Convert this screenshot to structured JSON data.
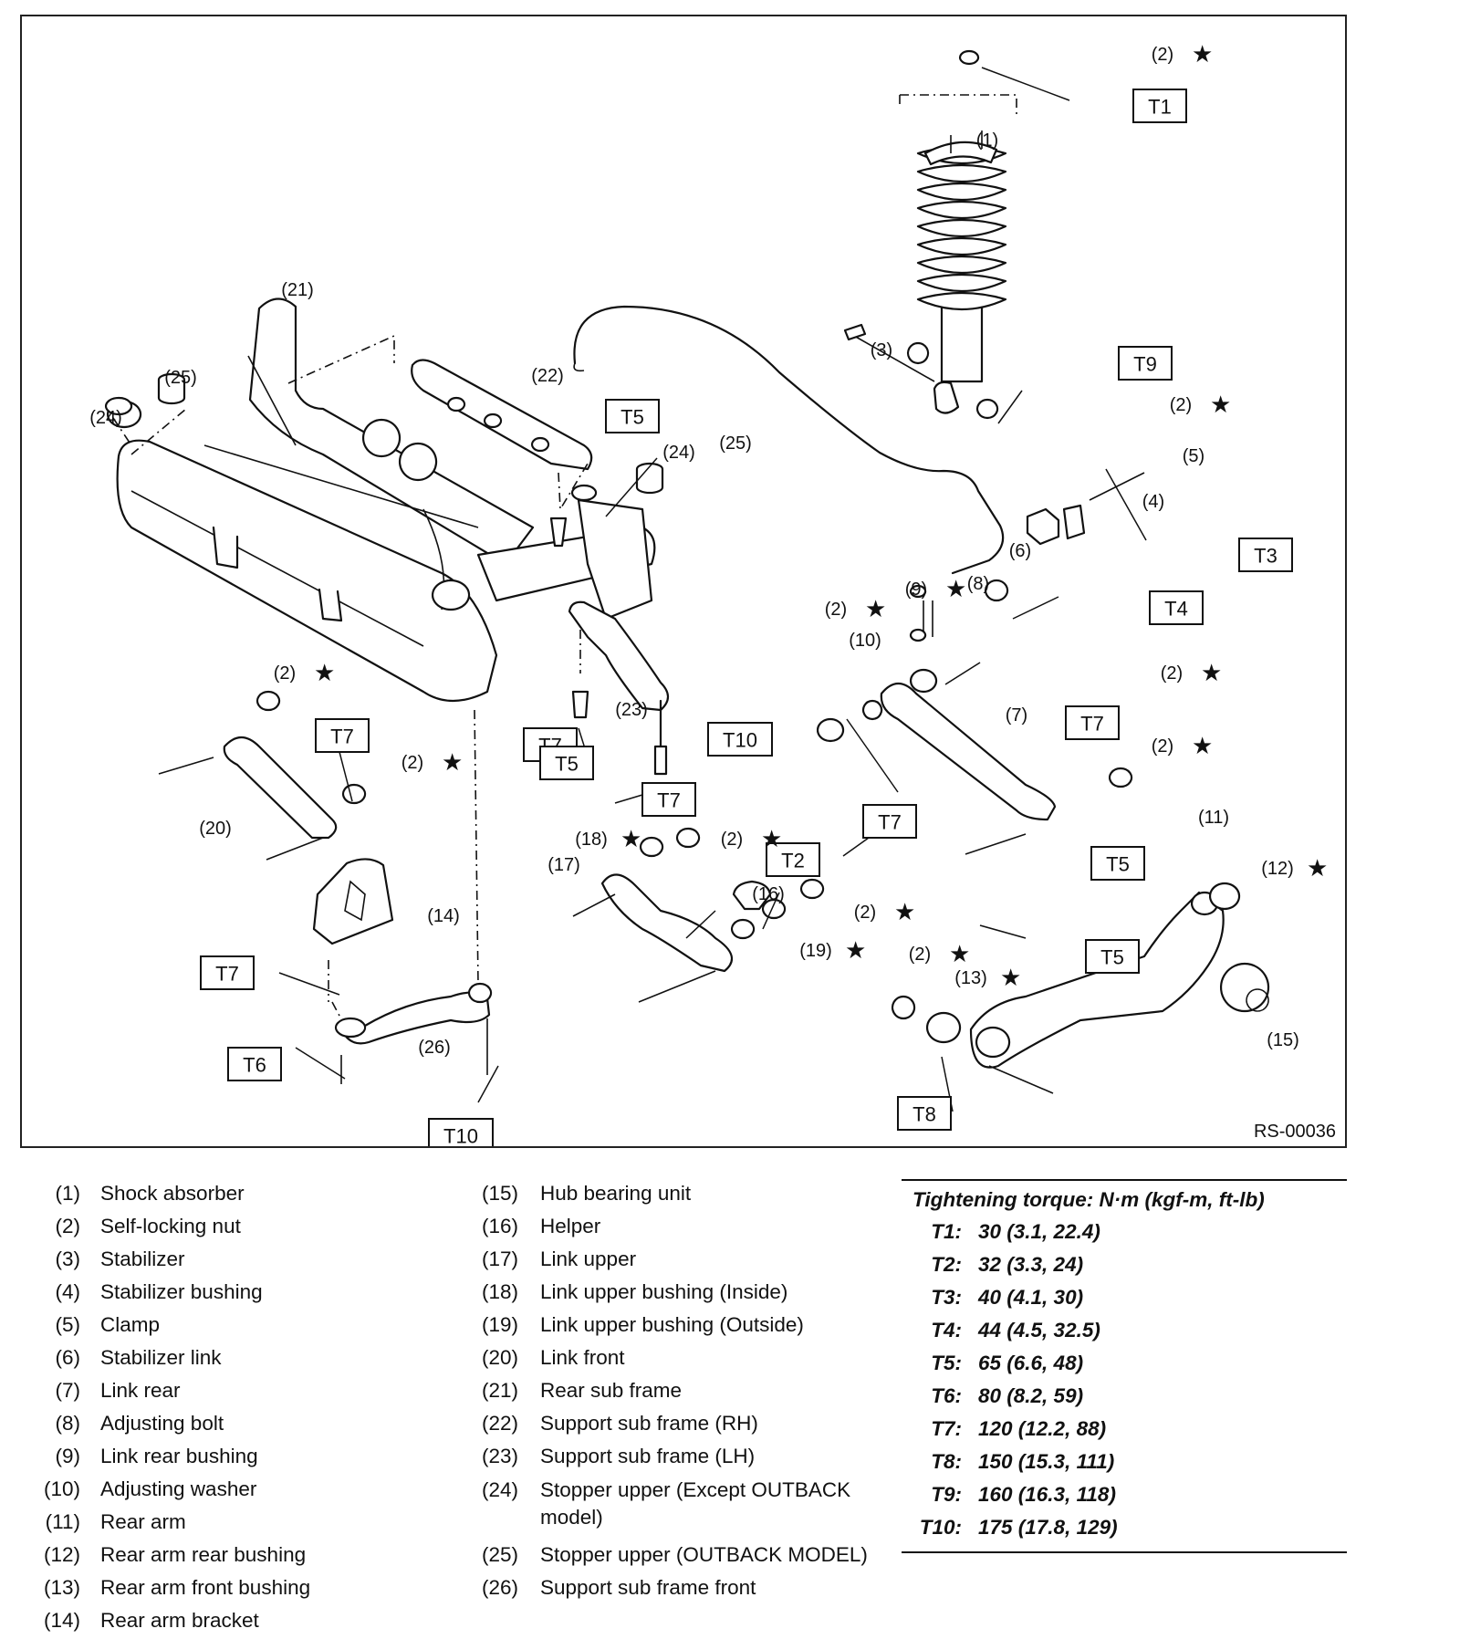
{
  "diagram": {
    "drawing_code": "RS-00036",
    "callouts": [
      "(1)",
      "(2)",
      "(3)",
      "(4)",
      "(5)",
      "(6)",
      "(7)",
      "(8)",
      "(9)",
      "(10)",
      "(11)",
      "(12)",
      "(13)",
      "(14)",
      "(15)",
      "(16)",
      "(17)",
      "(18)",
      "(19)",
      "(20)",
      "(21)",
      "(22)",
      "(23)",
      "(24)",
      "(25)",
      "(26)"
    ],
    "star_symbol": "★",
    "torque_boxes": [
      "T1",
      "T2",
      "T3",
      "T4",
      "T5",
      "T6",
      "T7",
      "T8",
      "T9",
      "T10"
    ]
  },
  "legend": {
    "left": [
      {
        "num": "(1)",
        "text": "Shock absorber"
      },
      {
        "num": "(2)",
        "text": "Self-locking nut"
      },
      {
        "num": "(3)",
        "text": "Stabilizer"
      },
      {
        "num": "(4)",
        "text": "Stabilizer bushing"
      },
      {
        "num": "(5)",
        "text": "Clamp"
      },
      {
        "num": "(6)",
        "text": "Stabilizer link"
      },
      {
        "num": "(7)",
        "text": "Link rear"
      },
      {
        "num": "(8)",
        "text": "Adjusting bolt"
      },
      {
        "num": "(9)",
        "text": "Link rear bushing"
      },
      {
        "num": "(10)",
        "text": "Adjusting washer"
      },
      {
        "num": "(11)",
        "text": "Rear arm"
      },
      {
        "num": "(12)",
        "text": "Rear arm rear bushing"
      },
      {
        "num": "(13)",
        "text": "Rear arm front bushing"
      },
      {
        "num": "(14)",
        "text": "Rear arm bracket"
      }
    ],
    "middle": [
      {
        "num": "(15)",
        "text": "Hub bearing unit"
      },
      {
        "num": "(16)",
        "text": "Helper"
      },
      {
        "num": "(17)",
        "text": "Link upper"
      },
      {
        "num": "(18)",
        "text": "Link upper bushing (Inside)"
      },
      {
        "num": "(19)",
        "text": "Link upper bushing (Outside)"
      },
      {
        "num": "(20)",
        "text": "Link front"
      },
      {
        "num": "(21)",
        "text": "Rear sub frame"
      },
      {
        "num": "(22)",
        "text": "Support sub frame (RH)"
      },
      {
        "num": "(23)",
        "text": "Support sub frame (LH)"
      },
      {
        "num": "(24)",
        "text": "Stopper upper (Except OUTBACK model)"
      },
      {
        "num": "(25)",
        "text": "Stopper upper (OUTBACK MODEL)"
      },
      {
        "num": "(26)",
        "text": "Support sub frame front"
      }
    ]
  },
  "torque": {
    "title": "Tightening torque: N·m (kgf-m, ft-lb)",
    "rows": [
      {
        "key": "T1:",
        "value": "30 (3.1, 22.4)"
      },
      {
        "key": "T2:",
        "value": "32 (3.3, 24)"
      },
      {
        "key": "T3:",
        "value": "40 (4.1, 30)"
      },
      {
        "key": "T4:",
        "value": "44 (4.5, 32.5)"
      },
      {
        "key": "T5:",
        "value": "65 (6.6, 48)"
      },
      {
        "key": "T6:",
        "value": "80 (8.2, 59)"
      },
      {
        "key": "T7:",
        "value": "120 (12.2, 88)"
      },
      {
        "key": "T8:",
        "value": "150 (15.3, 111)"
      },
      {
        "key": "T9:",
        "value": "160 (16.3, 118)"
      },
      {
        "key": "T10:",
        "value": "175 (17.8, 129)"
      }
    ]
  }
}
